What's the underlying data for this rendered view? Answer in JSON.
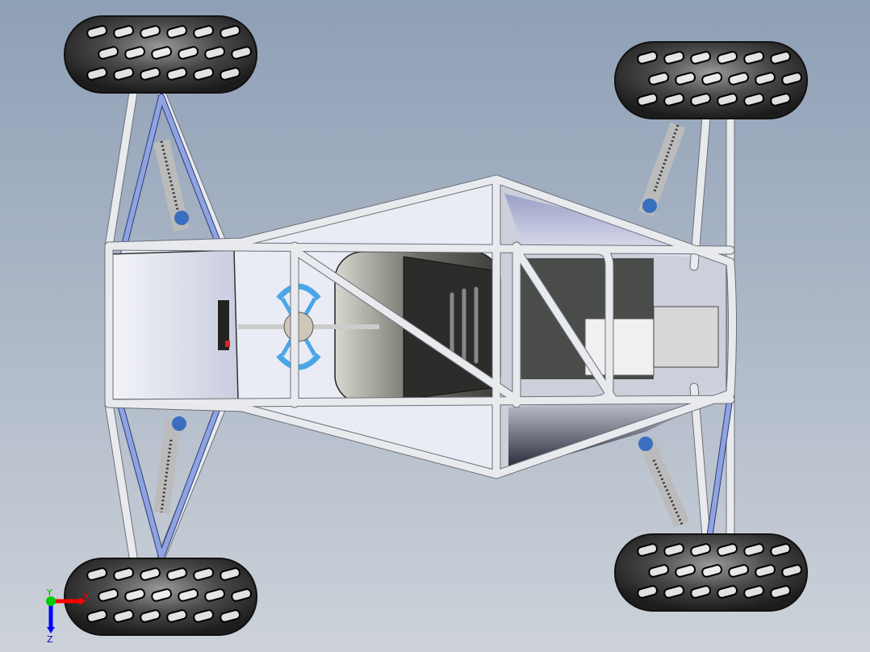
{
  "viewport": {
    "background_top": "#8e9fb6",
    "background_bottom": "#cdd2d9"
  },
  "triad": {
    "x_label": "X",
    "y_label": "Y",
    "z_label": "Z",
    "x_color": "#ff0000",
    "y_color": "#00cc00",
    "z_color": "#0000ff"
  }
}
